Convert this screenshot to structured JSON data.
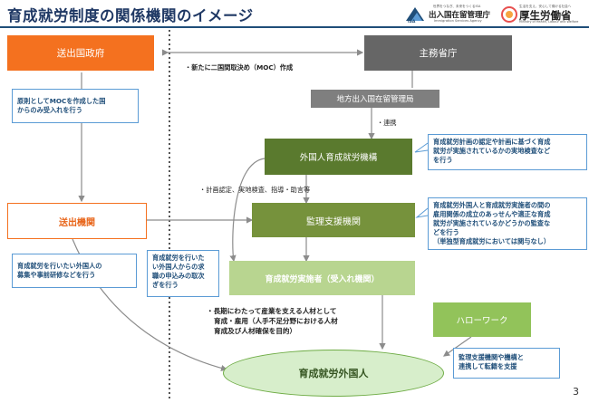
{
  "header": {
    "title": "育成就労制度の関係機関のイメージ",
    "isa_logo": "ISA",
    "isa_tagline": "世界をつなぎ、未来をつくるISA",
    "isa_name": "出入国在留管理庁",
    "isa_name_en": "Immigration Services Agency",
    "mhlw_tagline": "生活を支え、安心して働ける社会へ",
    "mhlw_name": "厚生労働省",
    "mhlw_name_en": "Ministry of Health, Labour and Welfare"
  },
  "nodes": {
    "sending_gov": "送出国政府",
    "ministries": "主務省庁",
    "regional_bureau": "地方出入国在留管理局",
    "training_org": "外国人育成就労機構",
    "supervising_org": "監理支援機関",
    "sending_org": "送出機関",
    "implementer": "育成就労実施者（受入れ機関）",
    "hello_work": "ハローワーク",
    "foreign_worker": "育成就労外国人"
  },
  "labels": {
    "moc": "・新たに二国間取決め（MOC）作成",
    "renkei": "・連携",
    "inspection": "・計画認定、実地検査、指導・助言等",
    "purpose_line1": "・長期にわたって産業を支える人材として",
    "purpose_line2": "育成・雇用（人手不足分野における人材",
    "purpose_line3": "育成及び人材確保を目的）"
  },
  "notes": {
    "gov_note": [
      "原則としてMOCを作成した国",
      "からのみ受入れを行う"
    ],
    "training_note": [
      "育成就労計画の認定や計画に基づく育成",
      "就労が実施されているかの実地検査など",
      "を行う"
    ],
    "supervising_note": [
      "育成就労外国人と育成就労実施者の間の",
      "雇用関係の成立のあっせんや適正な育成",
      "就労が実施されているかどうかの監査な",
      "どを行う",
      "（単独型育成就労においては関与なし）"
    ],
    "sending_note": [
      "育成就労を行いたい外国人の",
      "募集や事前研修などを行う"
    ],
    "supervising_note2": [
      "育成就労を行いた",
      "い外国人からの求",
      "職の申込みの取次",
      "ぎを行う"
    ],
    "hello_note": [
      "監理支援機関や機構と",
      "連携して転籍を支援"
    ]
  },
  "page_number": "3",
  "colors": {
    "orange": "#f4711f",
    "gray": "#666666",
    "olive": "#5a7a2e",
    "green_light": "#b8d590",
    "hello_green": "#92c35a",
    "ellipse": "#d7eecb",
    "note_blue": "#5b9bd5"
  }
}
